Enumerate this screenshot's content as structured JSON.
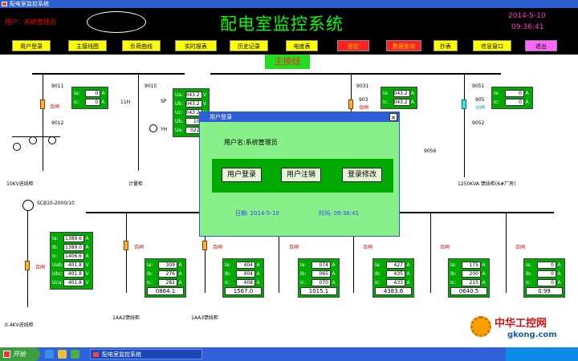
{
  "window": {
    "title": "配电室监控系统"
  },
  "header": {
    "user": "用户：系统管理员",
    "title": "配电室监控系统",
    "date": "2014-5-10",
    "time": "09:36:41"
  },
  "nav": [
    {
      "label": "用户登录",
      "style": "yellow"
    },
    {
      "label": "主接线图",
      "style": "yellow"
    },
    {
      "label": "负荷曲线",
      "style": "yellow"
    },
    {
      "label": "实时报表",
      "style": "yellow"
    },
    {
      "label": "历史记录",
      "style": "yellow"
    },
    {
      "label": "电度表",
      "style": "yellow"
    },
    {
      "label": "音控",
      "style": "red"
    },
    {
      "label": "数据查询",
      "style": "red"
    },
    {
      "label": "抄表",
      "style": "yellow"
    },
    {
      "label": "信息窗口",
      "style": "yellow"
    },
    {
      "label": "退出",
      "style": "pink"
    }
  ],
  "diagram": {
    "section_title": "主接线",
    "labels": {
      "s9011": "9011",
      "s9012": "9012",
      "s9015": "9015",
      "s11h": "11H",
      "s9031": "9031",
      "s903": "903",
      "s9051": "9051",
      "s905": "905",
      "s9052": "9052",
      "s9056": "9056",
      "hezha": "合闸",
      "fenzha": "分闸",
      "in10kv": "10KV进线柜",
      "jiliang": "计量柜",
      "out1250": "1250KVA 馈线柜(6#厂房)",
      "scb": "SCB10-2000/10",
      "in04kv": "0.4KV进线柜",
      "f1": "1AA2馈线柜",
      "f2": "1AA3馈线柜",
      "sp": "SP",
      "yh": "YH"
    },
    "meter_901": {
      "rows": [
        {
          "k": "Ia:",
          "v": "0",
          "u": "A"
        },
        {
          "k": "Ic:",
          "v": "0",
          "u": "A"
        }
      ]
    },
    "meter_9015": {
      "rows": [
        {
          "k": "Ua:",
          "v": "043.2",
          "u": "V"
        },
        {
          "k": "Ub:",
          "v": "043.2",
          "u": "V"
        },
        {
          "k": "Uc:",
          "v": "043.2",
          "u": "V"
        },
        {
          "k": "Ub:",
          "v": "10",
          "u": "V"
        },
        {
          "k": "Ua:",
          "v": "022",
          "u": "V"
        }
      ]
    },
    "meter_903": {
      "rows": [
        {
          "k": "Ia:",
          "v": "043.2",
          "u": "A"
        },
        {
          "k": "Ic:",
          "v": "043.2",
          "u": "A"
        }
      ]
    },
    "meter_905": {
      "rows": [
        {
          "k": "Ia:",
          "v": "0",
          "u": "A"
        },
        {
          "k": "Ic:",
          "v": "0",
          "u": "A"
        }
      ]
    },
    "meter_lv": {
      "rows": [
        {
          "k": "Ia:",
          "v": "1389.6",
          "u": "A"
        },
        {
          "k": "Ib:",
          "v": "1389.0",
          "u": "A"
        },
        {
          "k": "Ic:",
          "v": "1406.6",
          "u": "A"
        },
        {
          "k": "Uab:",
          "v": "401.8",
          "u": "V"
        },
        {
          "k": "Ubc:",
          "v": "401.8",
          "u": "V"
        },
        {
          "k": "Uca:",
          "v": "401.8",
          "u": "V"
        }
      ]
    },
    "feeders": [
      {
        "rows": [
          {
            "k": "Ia:",
            "v": "309",
            "u": "A"
          },
          {
            "k": "Ib:",
            "v": "276",
            "u": "A"
          },
          {
            "k": "Ic:",
            "v": "282",
            "u": "A"
          }
        ],
        "total": "0864.1"
      },
      {
        "rows": [
          {
            "k": "Ia:",
            "v": "404",
            "u": "A"
          },
          {
            "k": "Ib:",
            "v": "404",
            "u": "A"
          },
          {
            "k": "Ic:",
            "v": "408",
            "u": "A"
          }
        ],
        "total": "1567.0"
      },
      {
        "rows": [
          {
            "k": "Ia:",
            "v": "074",
            "u": "A"
          },
          {
            "k": "Ib:",
            "v": "065",
            "u": "A"
          },
          {
            "k": "Ic:",
            "v": "070",
            "u": "A"
          }
        ],
        "total": "1015.1"
      },
      {
        "rows": [
          {
            "k": "Ia:",
            "v": "427",
            "u": "A"
          },
          {
            "k": "Ib:",
            "v": "435",
            "u": "A"
          },
          {
            "k": "Ic:",
            "v": "433",
            "u": "A"
          }
        ],
        "total": "4383.6"
      },
      {
        "rows": [
          {
            "k": "Ia:",
            "v": "175",
            "u": "A"
          },
          {
            "k": "Ib:",
            "v": "200",
            "u": "A"
          },
          {
            "k": "Ic:",
            "v": "215",
            "u": "A"
          }
        ],
        "total": "0640.5"
      },
      {
        "rows": [
          {
            "k": "Ia:",
            "v": "0",
            "u": "A"
          },
          {
            "k": "Ib:",
            "v": "0",
            "u": "A"
          },
          {
            "k": "Ic:",
            "v": "0",
            "u": "A"
          }
        ],
        "total": "0.99"
      }
    ]
  },
  "dialog": {
    "title": "用户登录",
    "username": "用户名:系统管理员",
    "btn_login": "用户登录",
    "btn_logout": "用户注销",
    "btn_change": "登录修改",
    "date": "日期: 2014-5-10",
    "time": "时间: 09:36:41"
  },
  "taskbar": {
    "start": "开始",
    "task": "配电室监控系统"
  },
  "watermark": {
    "brand": "中华工控网",
    "url": "gkong.com"
  }
}
